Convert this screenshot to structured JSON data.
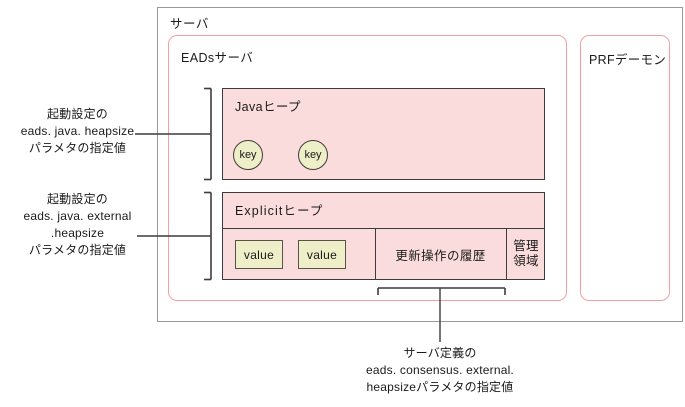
{
  "diagram": {
    "server_box": {
      "label": "サーバ"
    },
    "eads_box": {
      "label": "EADsサーバ"
    },
    "prf_box": {
      "label": "PRFデーモン"
    },
    "java_heap": {
      "title": "Javaヒープ",
      "objects": [
        {
          "label": "key"
        },
        {
          "label": "key"
        }
      ]
    },
    "explicit_heap": {
      "title": "Explicitヒープ",
      "values": [
        {
          "label": "value"
        },
        {
          "label": "value"
        }
      ],
      "history_cell": "更新操作の履歴",
      "management_cell_line1": "管理",
      "management_cell_line2": "領域"
    },
    "callouts": [
      {
        "name": "java-heap-callout",
        "line1": "起動設定の",
        "line2": "eads. java. heapsize",
        "line3": "パラメタの指定値"
      },
      {
        "name": "explicit-heap-callout",
        "line1": "起動設定の",
        "line2": "eads. java. external",
        "line3": ".heapsize",
        "line4": "パラメタの指定値"
      }
    ],
    "bottom_caption": {
      "line1": "サーバ定義の",
      "line2": "eads. consensus. external.",
      "line3": "heapsizeパラメタの指定値"
    },
    "colors": {
      "heap_fill": "#fbdcdc",
      "heap_border": "#3c3c3c",
      "pink_border": "#f4a0a0",
      "gray_border": "#9a9a9a",
      "object_fill": "#eeeec8",
      "text": "#1a1a1a"
    }
  }
}
